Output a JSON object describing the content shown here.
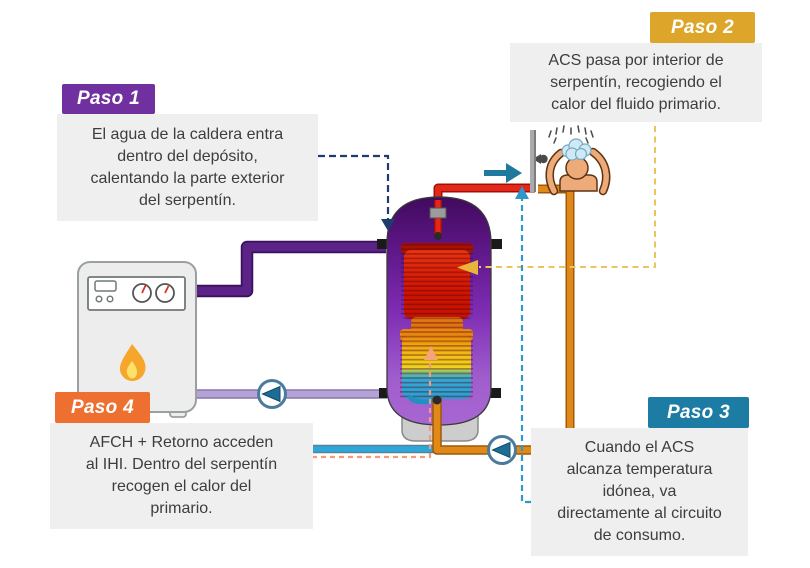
{
  "steps": [
    {
      "label": "Paso 1",
      "badge_color": "#7030a0",
      "text": "El agua de la caldera entra\ndentro del depósito,\ncalentando la parte exterior\ndel serpentín."
    },
    {
      "label": "Paso 2",
      "badge_color": "#dda62a",
      "text": "ACS pasa por interior de\nserpentín, recogiendo el\ncalor del fluido primario."
    },
    {
      "label": "Paso 3",
      "badge_color": "#1d7ca3",
      "text": "Cuando el ACS\nalcanza temperatura\nidónea, va\ndirectamente al circuito\nde consumo."
    },
    {
      "label": "Paso 4",
      "badge_color": "#ed7031",
      "text": "AFCH + Retorno acceden\nal IHI. Dentro del serpentín\nrecogen el calor del\nprimario."
    }
  ],
  "diagram": {
    "icons": {
      "boiler": "boiler-with-flame-icon",
      "tank": "buffer-tank-with-coil-icon",
      "shower": "person-showering-icon",
      "pump": "circulation-pump-icon",
      "flow_arrow": "flow-direction-arrow-icon"
    },
    "pipes": {
      "primary_supply": "#5b2387",
      "primary_return": "#b5a3d8",
      "acs_hot": "#e42718",
      "acs_consumo": "#e08818",
      "afch_cold": "#2ba7d9"
    },
    "connectors": {
      "step1_dash": "#1e3d6e",
      "step2_dash": "#e9c45f",
      "step3_dash": "#2f97ca",
      "step4_dash": "#f49b79"
    },
    "tank_color_top": "#410a5e",
    "tank_color_bottom": "#a866d2",
    "coil_hot_color": "#d01500",
    "coil_cold_color": "#2ba0d6"
  }
}
